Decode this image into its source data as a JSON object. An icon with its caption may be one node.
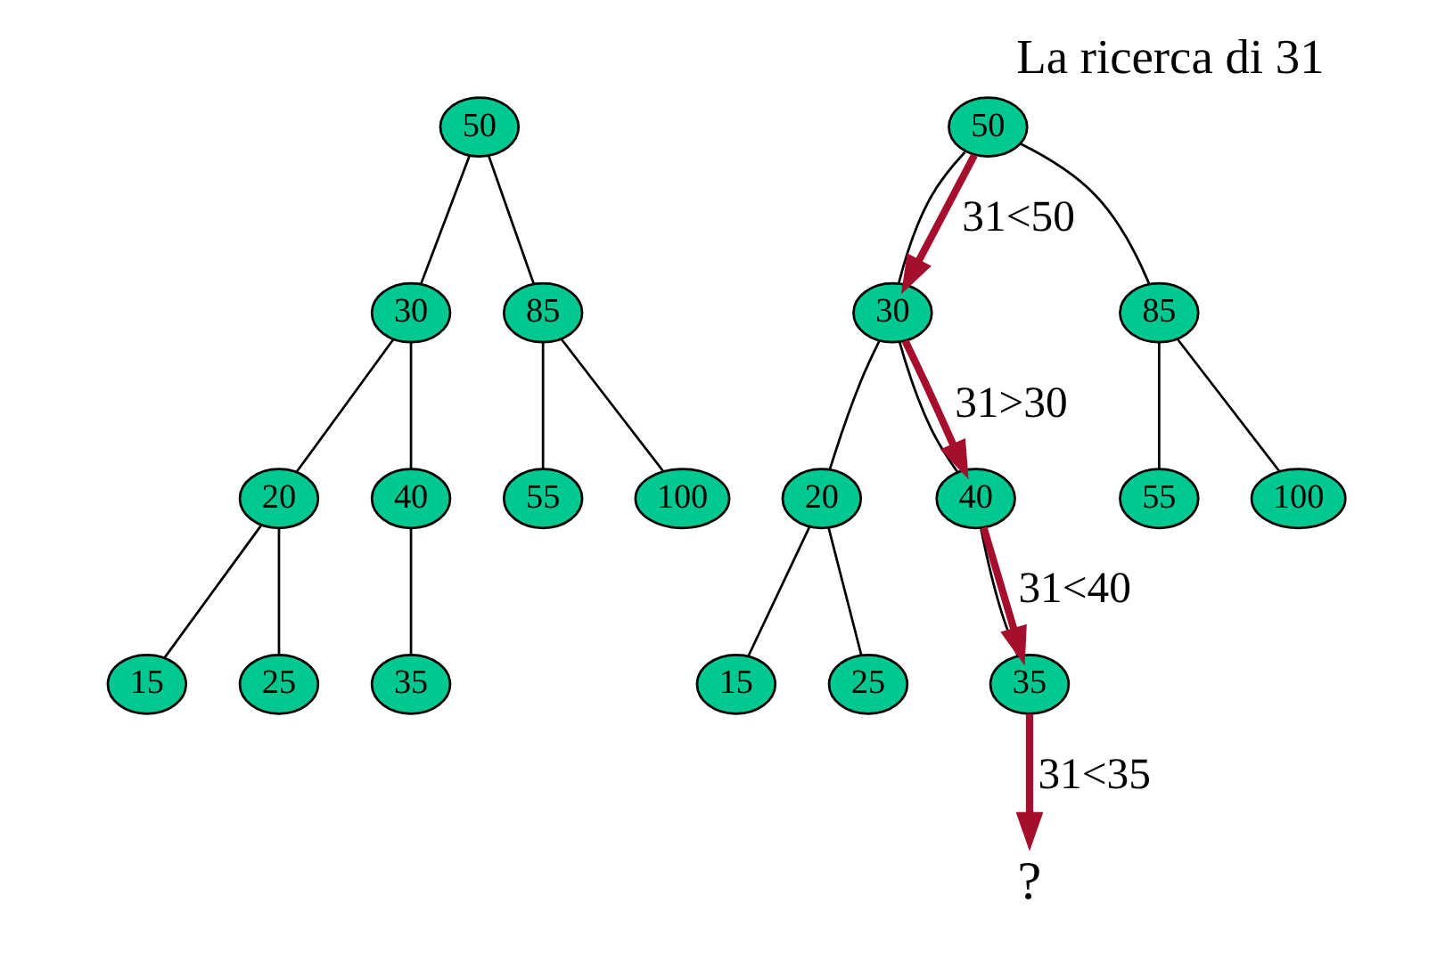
{
  "diagram": {
    "title": "La ricerca di 31",
    "nodes": [
      {
        "text": [
          "50"
        ]
      },
      {
        "text": [
          "30"
        ]
      },
      {
        "text": [
          "85"
        ]
      },
      {
        "text": [
          "20"
        ]
      },
      {
        "text": [
          "40"
        ]
      },
      {
        "text": [
          "55"
        ]
      },
      {
        "text": [
          "100"
        ]
      },
      {
        "text": [
          "15"
        ]
      },
      {
        "text": [
          "25"
        ]
      },
      {
        "text": [
          "35"
        ]
      },
      {
        "text": [
          "50"
        ]
      },
      {
        "text": [
          "30"
        ]
      },
      {
        "text": [
          "85"
        ]
      },
      {
        "text": [
          "20"
        ]
      },
      {
        "text": [
          "40"
        ]
      },
      {
        "text": [
          "55"
        ]
      },
      {
        "text": [
          "100"
        ]
      },
      {
        "text": [
          "15"
        ]
      },
      {
        "text": [
          "25"
        ]
      },
      {
        "text": [
          "35"
        ]
      },
      {
        "text": [
          "?"
        ]
      }
    ],
    "edges": [
      {
        "from": 0,
        "to": 1,
        "arrow": "none"
      },
      {
        "from": 0,
        "to": 2,
        "arrow": "none"
      },
      {
        "from": 1,
        "to": 3,
        "arrow": "none"
      },
      {
        "from": 1,
        "to": 4,
        "arrow": "none"
      },
      {
        "from": 2,
        "to": 5,
        "arrow": "none"
      },
      {
        "from": 2,
        "to": 6,
        "arrow": "none"
      },
      {
        "from": 3,
        "to": 7,
        "arrow": "none"
      },
      {
        "from": 3,
        "to": 8,
        "arrow": "none"
      },
      {
        "from": 4,
        "to": 9,
        "arrow": "none"
      },
      {
        "from": 10,
        "to": 11,
        "arrow": "none"
      },
      {
        "from": 10,
        "to": 12,
        "arrow": "none"
      },
      {
        "from": 11,
        "to": 13,
        "arrow": "none"
      },
      {
        "from": 11,
        "to": 14,
        "arrow": "none"
      },
      {
        "from": 12,
        "to": 15,
        "arrow": "none"
      },
      {
        "from": 12,
        "to": 16,
        "arrow": "none"
      },
      {
        "from": 13,
        "to": 17,
        "arrow": "none"
      },
      {
        "from": 13,
        "to": 18,
        "arrow": "none"
      },
      {
        "from": 14,
        "to": 19,
        "arrow": "none"
      },
      {
        "from": 10,
        "to": 11,
        "arrow": "to",
        "label": "31<50",
        "style": "thick",
        "color": "#a50f2d"
      },
      {
        "from": 11,
        "to": 14,
        "arrow": "to",
        "label": "31>30",
        "style": "thick",
        "color": "#a50f2d"
      },
      {
        "from": 14,
        "to": 19,
        "arrow": "to",
        "label": "31<40",
        "style": "thick",
        "color": "#a50f2d"
      },
      {
        "from": 19,
        "to": 20,
        "arrow": "to",
        "label": "31<35",
        "style": "thick",
        "color": "#a50f2d"
      }
    ]
  }
}
